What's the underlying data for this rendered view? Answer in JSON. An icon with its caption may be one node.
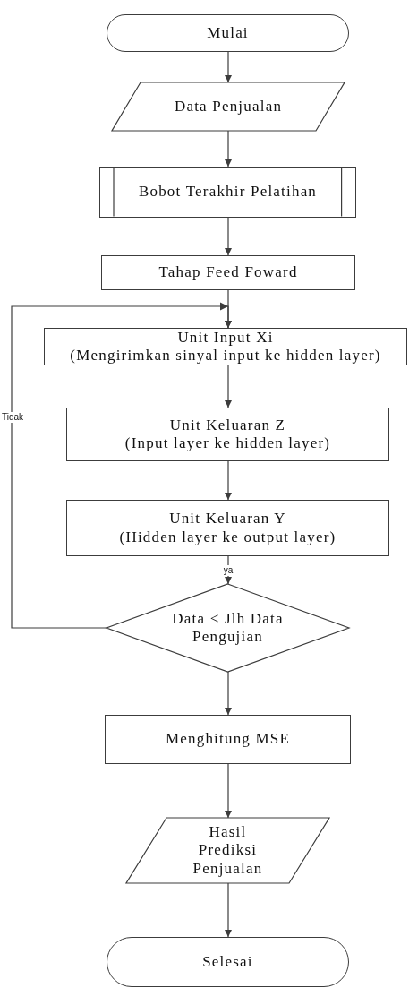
{
  "diagram": {
    "nodes": [
      {
        "text": [
          "Mulai"
        ]
      },
      {
        "text": [
          "Data Penjualan"
        ]
      },
      {
        "text": [
          "Bobot Terakhir Pelatihan"
        ]
      },
      {
        "text": [
          "Tahap Feed Foward"
        ]
      },
      {
        "text": [
          "Unit Input Xi",
          "(Mengirimkan sinyal input ke hidden layer)"
        ]
      },
      {
        "text": [
          "Unit Keluaran Z",
          "(Input layer ke hidden layer)"
        ]
      },
      {
        "text": [
          "Unit Keluaran Y",
          "(Hidden layer ke output layer)"
        ]
      },
      {
        "text": [
          "Data < Jlh Data Pengujian"
        ]
      },
      {
        "text": [
          "Menghitung MSE"
        ]
      },
      {
        "text": [
          "Hasil Prediksi Penjualan"
        ]
      },
      {
        "text": [
          "Selesai"
        ]
      }
    ],
    "edges": [
      {
        "from": 0,
        "to": 1,
        "arrow": "to"
      },
      {
        "from": 1,
        "to": 2,
        "arrow": "to"
      },
      {
        "from": 2,
        "to": 3,
        "arrow": "to"
      },
      {
        "from": 3,
        "to": 4,
        "arrow": "to"
      },
      {
        "from": 4,
        "to": 5,
        "arrow": "to"
      },
      {
        "from": 5,
        "to": 6,
        "arrow": "to"
      },
      {
        "from": 6,
        "to": 7,
        "arrow": "to",
        "label": "ya"
      },
      {
        "from": 7,
        "to": 4,
        "arrow": "to",
        "label": "Tidak"
      },
      {
        "from": 7,
        "to": 8,
        "arrow": "to"
      },
      {
        "from": 8,
        "to": 9,
        "arrow": "to"
      },
      {
        "from": 9,
        "to": 10,
        "arrow": "to"
      }
    ]
  }
}
